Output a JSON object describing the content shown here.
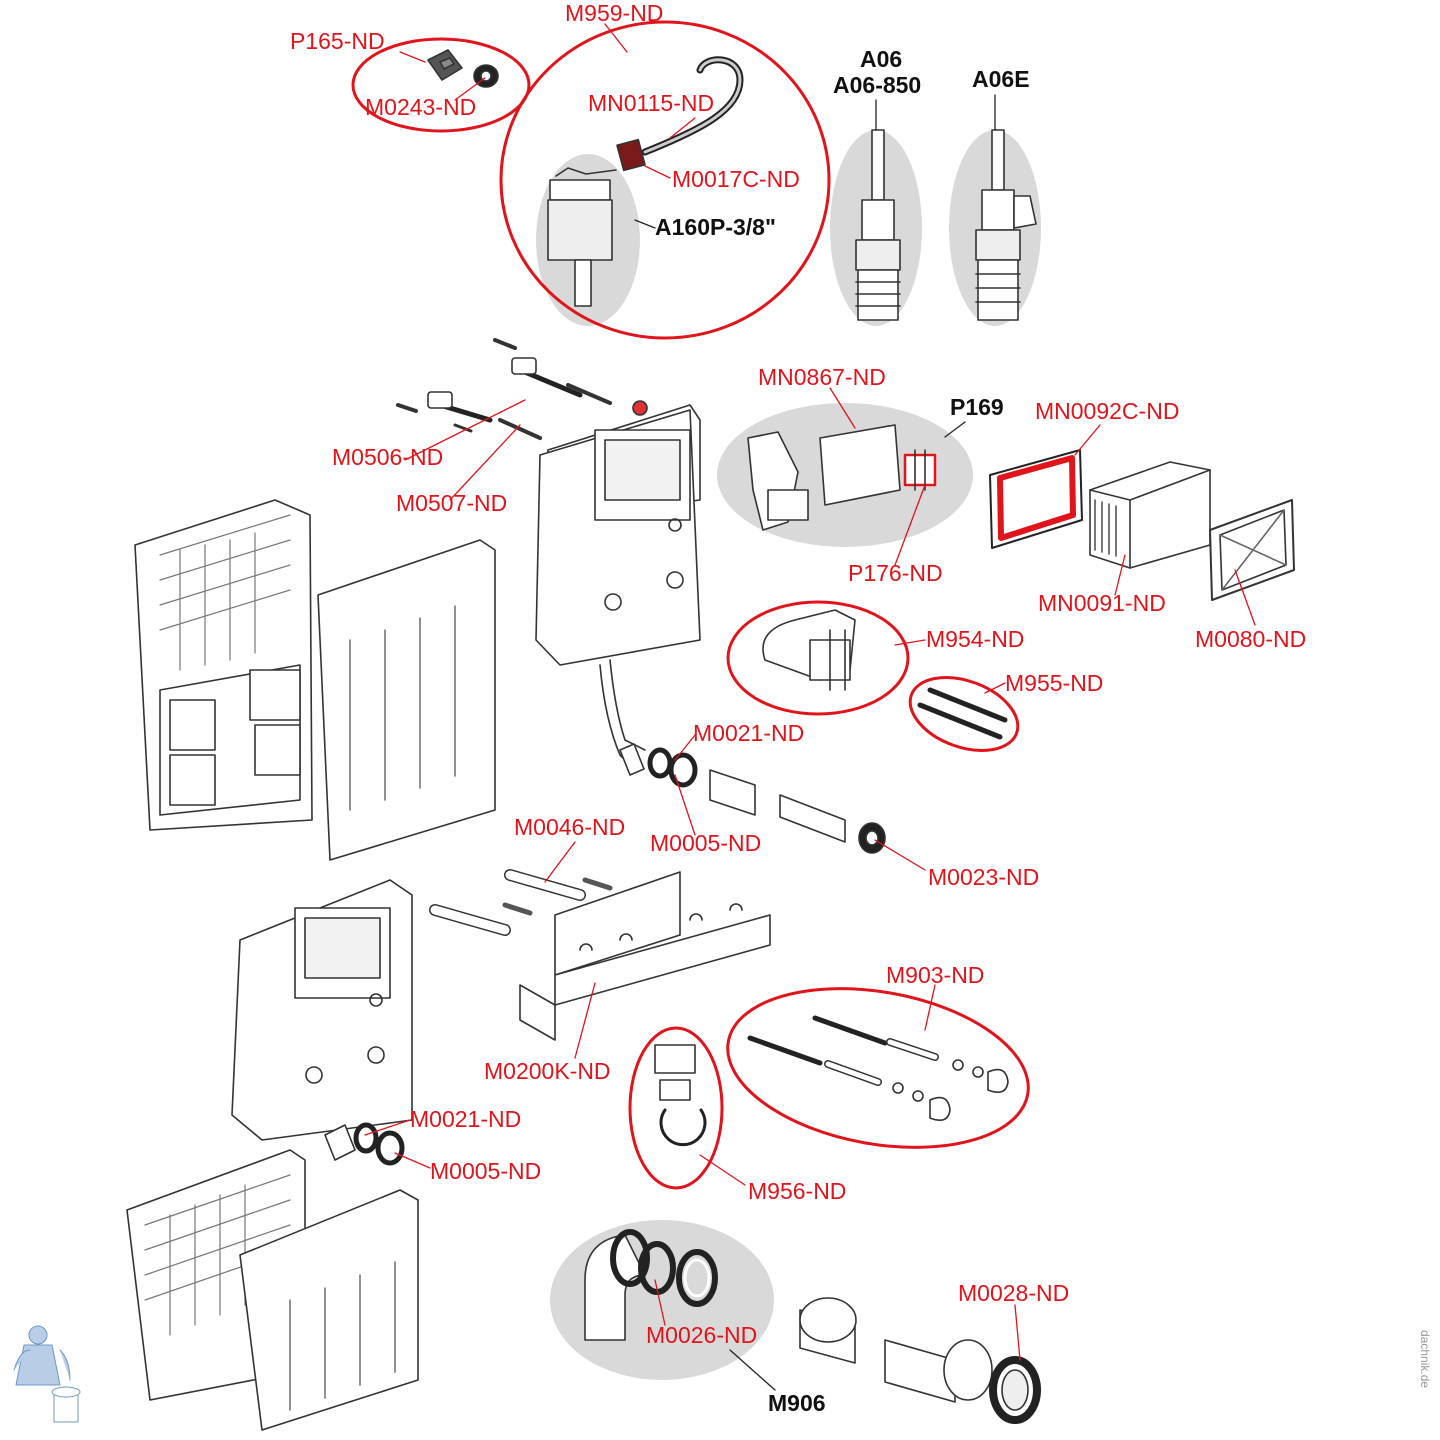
{
  "labels": {
    "m959": "M959-ND",
    "p165": "P165-ND",
    "m0243": "M0243-ND",
    "mn0115": "MN0115-ND",
    "m0017c": "M0017C-ND",
    "a160p": "A160P-3/8\"",
    "a06": "A06",
    "a06_850": "A06-850",
    "a06e": "A06E",
    "mn0867": "MN0867-ND",
    "p169": "P169",
    "mn0092c": "MN0092C-ND",
    "m0506": "M0506-ND",
    "m0507": "M0507-ND",
    "p176": "P176-ND",
    "mn0091": "MN0091-ND",
    "m0080": "M0080-ND",
    "m954": "M954-ND",
    "m955": "M955-ND",
    "m0021_top": "M0021-ND",
    "m0005_top": "M0005-ND",
    "m0023": "M0023-ND",
    "m0046": "M0046-ND",
    "m903": "M903-ND",
    "m0200k": "M0200K-ND",
    "m0021_bot": "M0021-ND",
    "m0005_bot": "M0005-ND",
    "m956": "M956-ND",
    "m0028": "M0028-ND",
    "m0026": "M0026-ND",
    "m906": "M906"
  },
  "watermark": "dachnik.de",
  "colors": {
    "label_red": "#e0141b",
    "label_black": "#111111",
    "part_outline": "#333333",
    "group_fill": "#d9d9d9",
    "circle_red": "#e0141b"
  }
}
